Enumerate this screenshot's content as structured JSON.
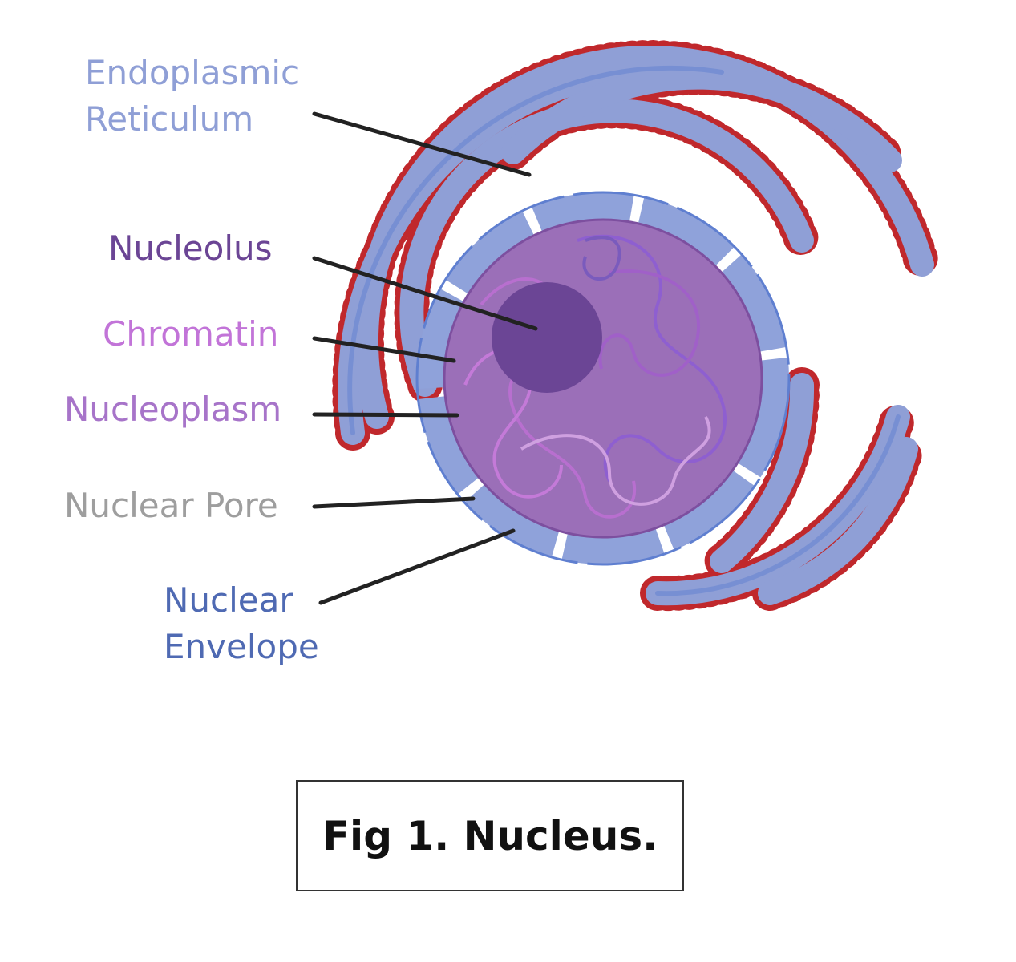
{
  "labels": {
    "er": {
      "line1": "Endoplasmic",
      "line2": "Reticulum",
      "color": "#8f9fd6"
    },
    "nucleolus": {
      "text": "Nucleolus",
      "color": "#6b4595"
    },
    "chromatin": {
      "text": "Chromatin",
      "color": "#c274d8"
    },
    "nucleoplasm": {
      "text": "Nucleoplasm",
      "color": "#a774c9"
    },
    "nuclear_pore": {
      "text": "Nuclear Pore",
      "color": "#9e9e9e"
    },
    "nuclear_envelope": {
      "line1": "Nuclear",
      "line2": "Envelope",
      "color": "#4f6ab3"
    }
  },
  "caption": {
    "text": "Fig 1. Nucleus."
  },
  "colors": {
    "er_fill": "#8f9fd6",
    "er_stroke": "#5f7fd0",
    "ribosome": "#c0282c",
    "envelope": "#8fa2da",
    "nucleoplasm": "#9b6fb8",
    "nucleolus": "#6b4595",
    "chromatin": "#b86fcf",
    "leader": "#222222"
  }
}
